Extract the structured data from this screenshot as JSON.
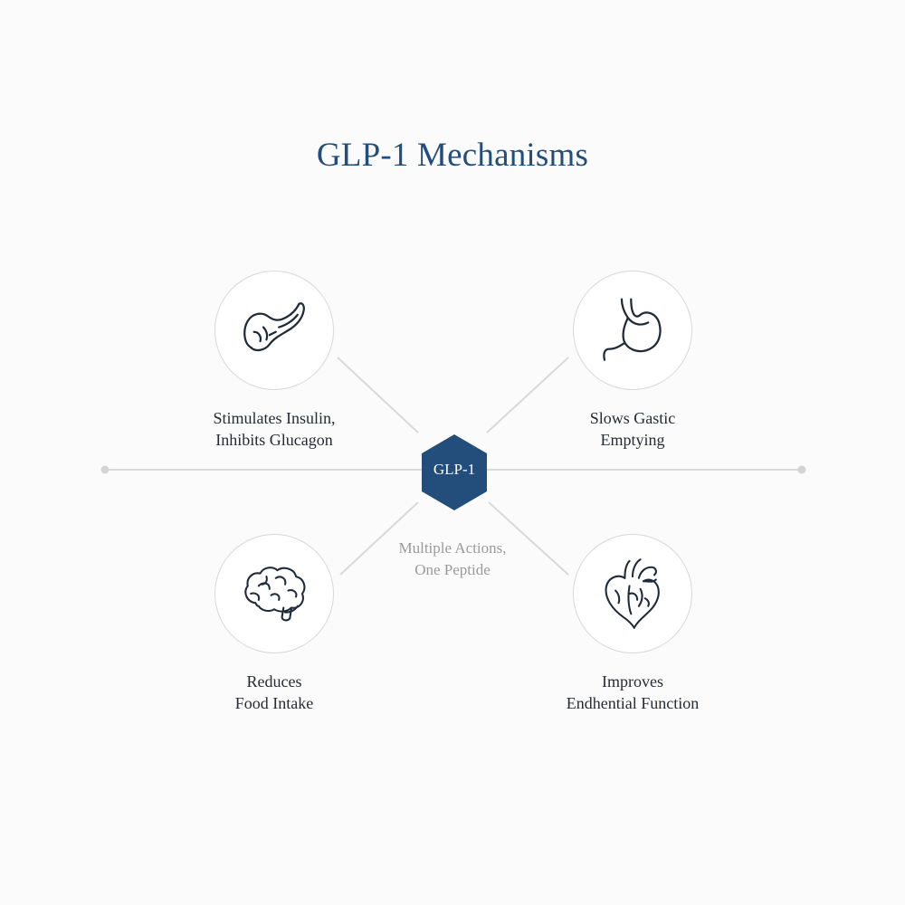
{
  "title": "GLP-1 Mechanisms",
  "hub": {
    "label": "GLP-1",
    "color": "#234e7c"
  },
  "center_caption": {
    "line1": "Multiple Actions,",
    "line2": "One Peptide"
  },
  "mechanisms": [
    {
      "id": "pancreas",
      "icon": "pancreas-icon",
      "line1": "Stimulates Insulin,",
      "line2": "Inhibits Glucagon"
    },
    {
      "id": "stomach",
      "icon": "stomach-icon",
      "line1": "Slows Gastic",
      "line2": "Emptying"
    },
    {
      "id": "brain",
      "icon": "brain-icon",
      "line1": "Reduces",
      "line2": "Food Intake"
    },
    {
      "id": "heart",
      "icon": "heart-icon",
      "line1": "Improves",
      "line2": "Endhential Function"
    }
  ],
  "colors": {
    "accent": "#234e7c",
    "icon_stroke": "#1f2a38",
    "connector": "#d9d9d9",
    "caption": "#9a9a9a"
  }
}
